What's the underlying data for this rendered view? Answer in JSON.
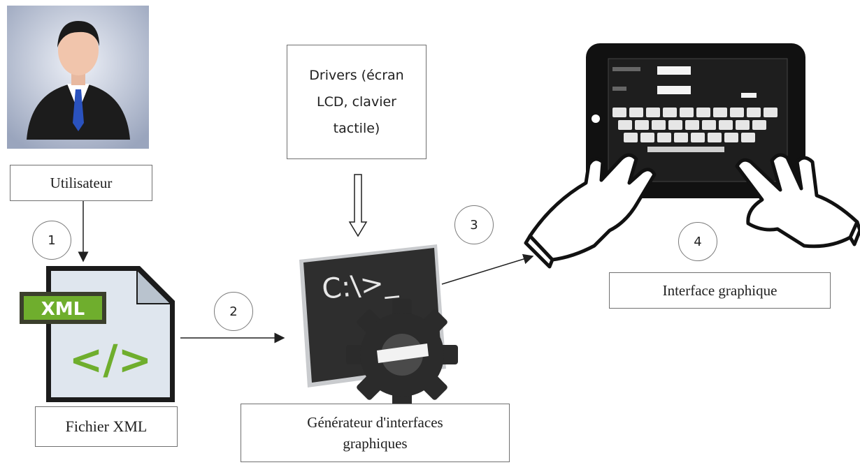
{
  "nodes": {
    "user": "Utilisateur",
    "xml_file": "Fichier XML",
    "drivers": "Drivers (écran LCD, clavier tactile)",
    "generator": "Générateur d'interfaces graphiques",
    "gui": "Interface graphique"
  },
  "icons": {
    "xml_badge": "XML",
    "xml_code": "</>",
    "terminal_prompt": "C:\\>_"
  },
  "steps": [
    "1",
    "2",
    "3",
    "4"
  ],
  "colors": {
    "user_bg": "#b9c2d6",
    "xml_green": "#6fae2d",
    "xml_badge_bg": "#3b3f2c",
    "terminal": "#2e2e2e",
    "gear": "#2b2b2b",
    "tie": "#2a52be",
    "line": "#202020"
  }
}
